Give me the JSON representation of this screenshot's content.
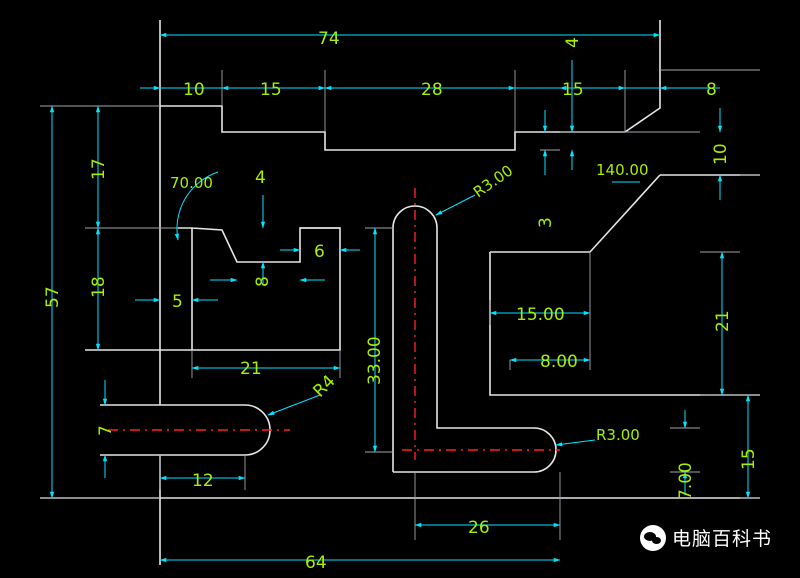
{
  "dimensions": {
    "top_overall": "74",
    "top_left_10": "10",
    "top_15": "15",
    "top_28": "28",
    "top_right_15": "15",
    "top_right_8": "8",
    "top_right_4": "4",
    "left_17": "17",
    "left_18": "18",
    "left_57": "57",
    "left_7": "7",
    "angle_70": "70.00",
    "dim_4": "4",
    "dim_6": "6",
    "dim_8": "8",
    "dim_5": "5",
    "dim_21_horizontal": "21",
    "radius_r4": "R4",
    "dim_12": "12",
    "bottom_64": "64",
    "vertical_33": "33.00",
    "radius_r3_top": "R3.00",
    "dim_3": "3",
    "angle_140": "140.00",
    "dim_10_right": "10",
    "dim_15_00": "15.00",
    "dim_8_00": "8.00",
    "dim_21_vertical": "21",
    "radius_r3_bottom": "R3.00",
    "dim_7_00": "7.00",
    "dim_15_right": "15",
    "dim_26": "26"
  },
  "watermark": {
    "text": "电脑百科书",
    "icon": "wechat-icon"
  },
  "colors": {
    "background": "#000000",
    "geometry": "#e6e6e6",
    "dimension_lines": "#00e5ff",
    "dimension_text": "#a6f000",
    "centerline": "#ff2020"
  }
}
